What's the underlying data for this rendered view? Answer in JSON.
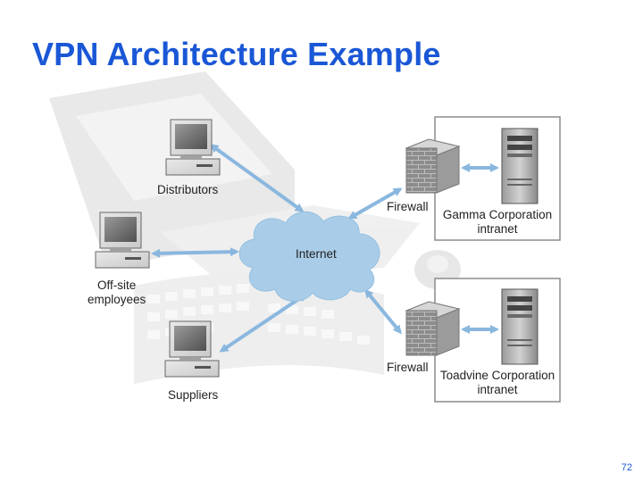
{
  "slide": {
    "title": "VPN Architecture Example",
    "page_number": "72"
  },
  "nodes": {
    "distributors": "Distributors",
    "offsite_line1": "Off-site",
    "offsite_line2": "employees",
    "suppliers": "Suppliers",
    "internet": "Internet",
    "firewall_top": "Firewall",
    "firewall_bottom": "Firewall",
    "gamma_line1": "Gamma Corporation",
    "gamma_line2": "intranet",
    "toadvine_line1": "Toadvine Corporation",
    "toadvine_line2": "intranet"
  },
  "colors": {
    "title": "#1a57d6",
    "cloud_fill": "#a9cde8",
    "arrow": "#8ab7de"
  }
}
